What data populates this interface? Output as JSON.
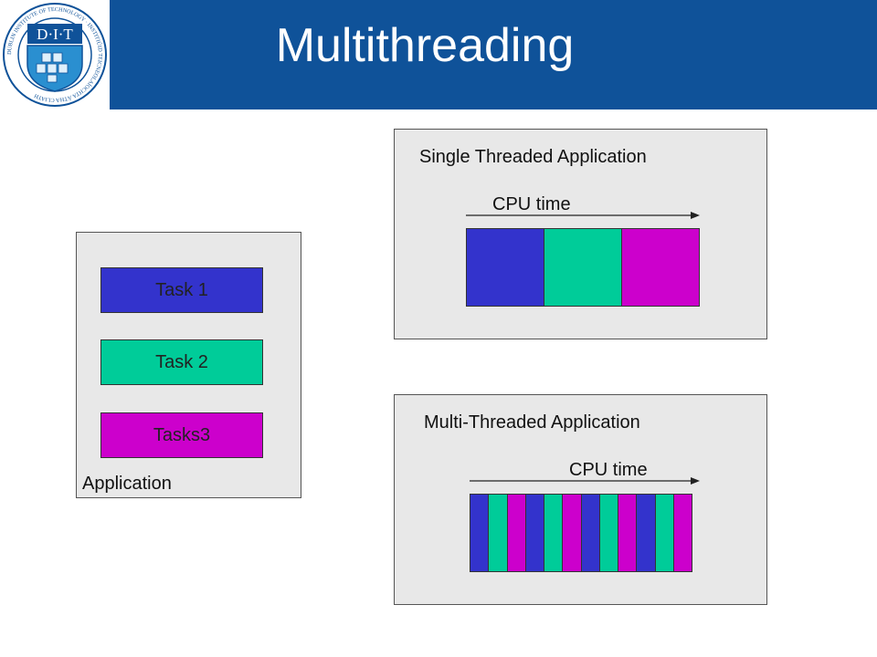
{
  "header": {
    "title": "Multithreading",
    "logo_text": "D·I·T",
    "logo_ring_text": "DUBLIN INSTITUTE OF TECHNOLOGY · INSTITIÚID TEICNEOLAÍOCHTA ÁTHA CLIATH"
  },
  "colors": {
    "title_bar": "#0F5299",
    "task1": "#3333CC",
    "task2": "#00CC99",
    "task3": "#CC00CC",
    "panel_bg": "#E8E8E8"
  },
  "application_panel": {
    "label": "Application",
    "tasks": [
      {
        "label": "Task 1",
        "color_key": "task1"
      },
      {
        "label": "Task 2",
        "color_key": "task2"
      },
      {
        "label": "Tasks3",
        "color_key": "task3"
      }
    ]
  },
  "single_threaded": {
    "title": "Single Threaded Application",
    "cpu_label": "CPU time",
    "slices": [
      "task1",
      "task2",
      "task3"
    ]
  },
  "multi_threaded": {
    "title": "Multi-Threaded Application",
    "cpu_label": "CPU time",
    "slices": [
      "task1",
      "task2",
      "task3",
      "task1",
      "task2",
      "task3",
      "task1",
      "task2",
      "task3",
      "task1",
      "task2",
      "task3"
    ]
  }
}
